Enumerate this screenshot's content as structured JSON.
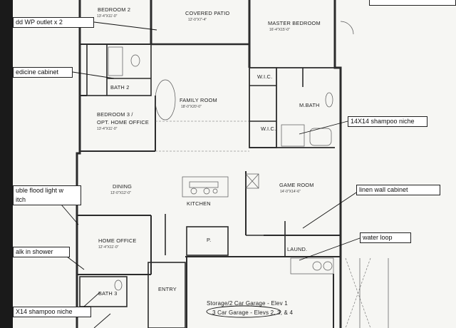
{
  "rooms": {
    "bedroom2": {
      "name": "BEDROOM 2",
      "dim": "13'-4\"X11'-0\""
    },
    "covered_patio": {
      "name": "COVERED PATIO",
      "dim": "12'-0\"X7'-4\""
    },
    "master_bedroom": {
      "name": "MASTER BEDROOM",
      "dim": "16'-4\"X15'-0\""
    },
    "bath2": {
      "name": "BATH 2"
    },
    "family_room": {
      "name": "FAMILY ROOM",
      "dim": "18'-0\"X20'-0\""
    },
    "wic_top": {
      "name": "W.I.C."
    },
    "wic_bottom": {
      "name": "W.I.C."
    },
    "mbath": {
      "name": "M.BATH"
    },
    "bedroom3": {
      "name": "BEDROOM 3 /",
      "name2": "OPT. HOME OFFICE",
      "dim": "13'-4\"X11'-0\""
    },
    "dining": {
      "name": "DINING",
      "dim": "13'-0\"X12'-0\""
    },
    "kitchen": {
      "name": "KITCHEN"
    },
    "game_room": {
      "name": "GAME ROOM",
      "dim": "14'-0\"X14'-6\""
    },
    "home_office": {
      "name": "HOME OFFICE",
      "dim": "12'-4\"X11'-0\""
    },
    "pantry": {
      "name": "P."
    },
    "laund": {
      "name": "LAUND."
    },
    "bath3": {
      "name": "BATH 3"
    },
    "entry": {
      "name": "ENTRY"
    }
  },
  "garage": {
    "line1": "Storage/2 Car Garage - Elev 1",
    "line2": "3 Car Garage - Elevs 2, 3, & 4"
  },
  "callouts": {
    "wp_outlet": "dd WP outlet x 2",
    "medicine_cabinet": "edicine cabinet",
    "shampoo_niche_right": "14X14 shampoo niche",
    "linen_wall_cabinet": "linen wall cabinet",
    "flood_light_1": "uble flood light w",
    "flood_light_2": "itch",
    "water_loop": "water loop",
    "walk_in_shower": "alk in shower",
    "shampoo_niche_left": "X14 shampoo niche"
  }
}
